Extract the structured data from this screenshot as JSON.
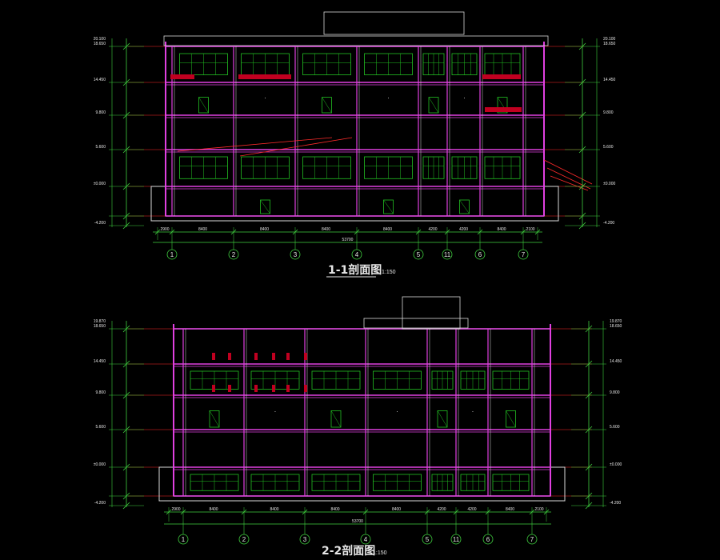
{
  "colors": {
    "background": "#000000",
    "outline": "#d9d9d9",
    "structure": "#e040e0",
    "grid_line": "#ff2b2b",
    "dimension": "#3fcf3f",
    "fill_red": "#c00020",
    "window": "#22c022",
    "label": "#e6e6e6"
  },
  "sections": [
    {
      "title": "1-1剖面图",
      "scale": "1:150",
      "axes": [
        "1",
        "2",
        "3",
        "4",
        "5",
        "11",
        "6",
        "7"
      ],
      "dims_left": [
        "20.100",
        "18.650",
        "14.450",
        "9.800",
        "5.600",
        "±0.000",
        "-4.200"
      ],
      "dims_bottom": [
        "2900",
        "8400",
        "8400",
        "8400",
        "8400",
        "4200",
        "4200",
        "8400",
        "2100"
      ],
      "dim_total": "53700"
    },
    {
      "title": "2-2剖面图",
      "scale": "1:150",
      "axes": [
        "1",
        "2",
        "3",
        "4",
        "5",
        "11",
        "6",
        "7"
      ],
      "dims_left": [
        "19.870",
        "18.650",
        "14.450",
        "9.800",
        "5.600",
        "±0.000",
        "-4.200"
      ],
      "dims_bottom": [
        "2900",
        "8400",
        "8400",
        "8400",
        "8400",
        "4200",
        "4200",
        "8400",
        "2100"
      ],
      "dim_total": "53700"
    }
  ]
}
